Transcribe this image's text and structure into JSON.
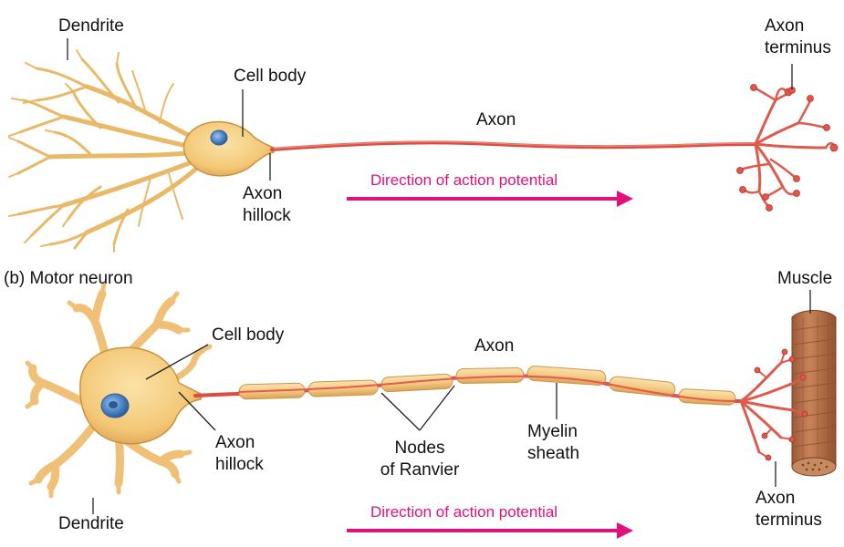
{
  "colors": {
    "cell_fill": "#f3c877",
    "cell_edge": "#c9923d",
    "dendrite": "#f0c27a",
    "dendrite_edge": "#c8913e",
    "axon": "#e1564a",
    "axon_edge": "#b8322a",
    "nucleus": "#4e86c4",
    "myelin": "#f6d28e",
    "myelin_edge": "#c9964a",
    "muscle": "#b3704a",
    "muscle_stripe": "#8c4f31",
    "accent": "#e0117b",
    "leader": "#222222",
    "text": "#111111"
  },
  "panel_a": {
    "dendrite_label": "Dendrite",
    "axon_terminus_label_1": "Axon",
    "axon_terminus_label_2": "terminus",
    "cell_body_label": "Cell body",
    "axon_label": "Axon",
    "axon_hillock_label_1": "Axon",
    "axon_hillock_label_2": "hillock",
    "direction_label": "Direction of action potential"
  },
  "panel_b": {
    "title": "(b) Motor neuron",
    "muscle_label": "Muscle",
    "cell_body_label": "Cell body",
    "axon_label": "Axon",
    "axon_hillock_label_1": "Axon",
    "axon_hillock_label_2": "hillock",
    "nodes_label_1": "Nodes",
    "nodes_label_2": "of Ranvier",
    "myelin_label_1": "Myelin",
    "myelin_label_2": "sheath",
    "dendrite_label": "Dendrite",
    "axon_terminus_label_1": "Axon",
    "axon_terminus_label_2": "terminus",
    "direction_label": "Direction of action potential"
  }
}
